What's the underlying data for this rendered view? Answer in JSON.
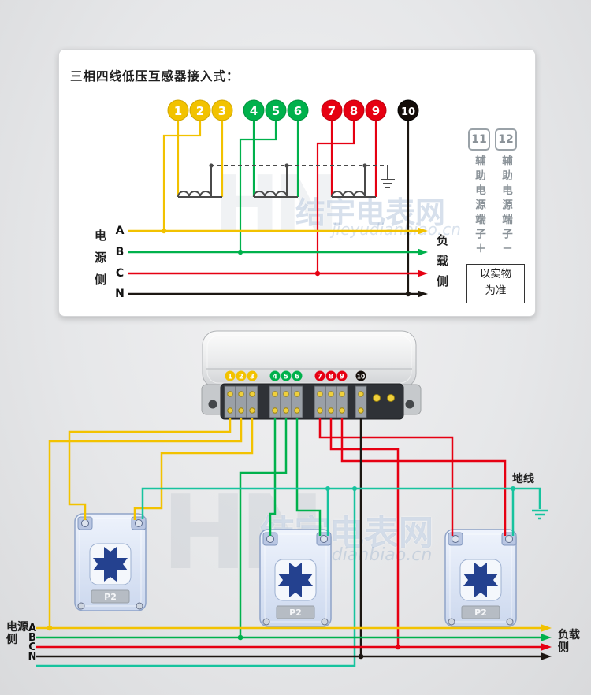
{
  "colors": {
    "phase_a": "#f2c200",
    "phase_b": "#00b14c",
    "phase_c": "#e60012",
    "neutral": "#1c1712",
    "ground": "#17c39e",
    "coil": "#4a4a4a"
  },
  "top_panel": {
    "title": "三相四线低压互感器接入式：",
    "terminals": [
      {
        "num": "1",
        "color": "#f2c200"
      },
      {
        "num": "2",
        "color": "#f2c200"
      },
      {
        "num": "3",
        "color": "#f2c200"
      },
      {
        "num": "4",
        "color": "#00b14c"
      },
      {
        "num": "5",
        "color": "#00b14c"
      },
      {
        "num": "6",
        "color": "#00b14c"
      },
      {
        "num": "7",
        "color": "#e60012"
      },
      {
        "num": "8",
        "color": "#e60012"
      },
      {
        "num": "9",
        "color": "#e60012"
      },
      {
        "num": "10",
        "color": "#140d09"
      }
    ],
    "aux_terminals": [
      {
        "num": "11",
        "label": "辅助电源端子＋"
      },
      {
        "num": "12",
        "label": "辅助电源端子－"
      }
    ],
    "note": {
      "line1": "以实物",
      "line2": "为准"
    },
    "source_side": "电源侧",
    "load_side": "负载侧",
    "phases": [
      "A",
      "B",
      "C",
      "N"
    ]
  },
  "meter": {
    "terminal_dots": [
      "1",
      "2",
      "3",
      "4",
      "5",
      "6",
      "7",
      "8",
      "9",
      "10"
    ]
  },
  "transformers": {
    "plate_label": "P2"
  },
  "bottom": {
    "ground_label": "地线",
    "source_side": "电源侧",
    "load_side": "负载侧",
    "phases": [
      "A",
      "B",
      "C",
      "N"
    ]
  },
  "watermark": {
    "monogram": "HN",
    "brand_cn": "结宇电表网",
    "brand_en": "jieyudianbiao.cn"
  }
}
